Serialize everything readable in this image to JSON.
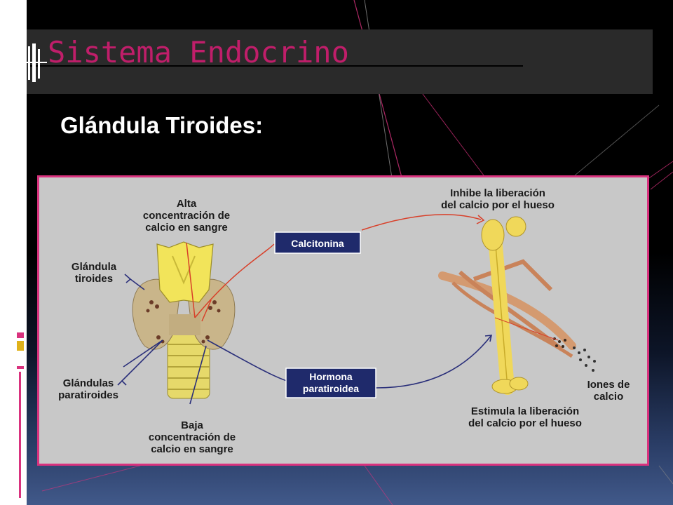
{
  "slide": {
    "title": "Sistema Endocrino",
    "subtitle": "Glándula Tiroides:"
  },
  "diagram": {
    "label_high_calcium": [
      "Alta",
      "concentración de",
      "calcio en sangre"
    ],
    "label_thyroid": [
      "Glándula",
      "tiroides"
    ],
    "label_parathyroid": [
      "Glándulas",
      "paratiroides"
    ],
    "label_low_calcium": [
      "Baja",
      "concentración de",
      "calcio en sangre"
    ],
    "box_calcitonin": "Calcitonina",
    "box_pth": [
      "Hormona",
      "paratiroidea"
    ],
    "label_inhibit": [
      "Inhibe la liberación",
      "del calcio por el hueso"
    ],
    "label_stimulate": [
      "Estimula la liberación",
      "del calcio por el hueso"
    ],
    "label_ions": [
      "Iones de",
      "calcio"
    ]
  },
  "colors": {
    "title": "#c01e6a",
    "figure_border": "#d9327e",
    "calcitonin_path": "#d8402a",
    "pth_path": "#2a2f7a",
    "label_box": "#1f2a6b"
  }
}
